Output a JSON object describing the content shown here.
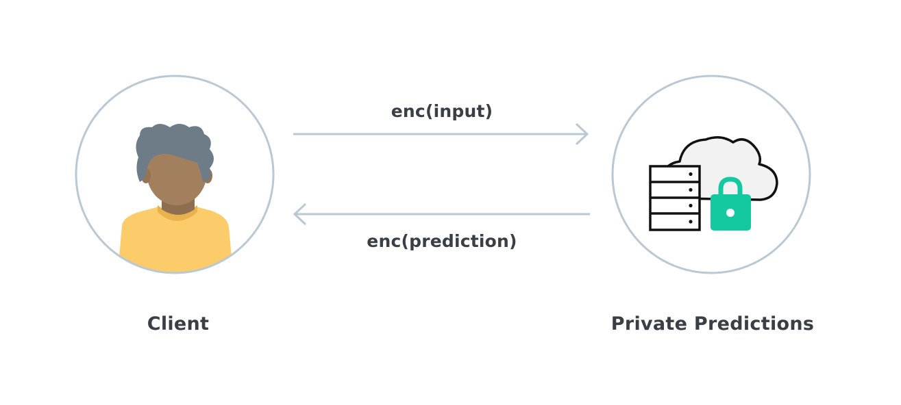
{
  "diagram": {
    "nodes": {
      "client": {
        "label": "Client",
        "icon": "person-icon"
      },
      "server": {
        "label": "Private Predictions",
        "icon": "secure-cloud-server-icon"
      }
    },
    "edges": {
      "request": {
        "label": "enc(input)",
        "from": "client",
        "to": "server"
      },
      "response": {
        "label": "enc(prediction)",
        "from": "server",
        "to": "client"
      }
    },
    "colors": {
      "circle_stroke": "#b9c8d3",
      "arrow": "#b9c8d3",
      "text": "#3a3f46",
      "hair": "#6e7c88",
      "skin": "#a3805d",
      "shirt": "#fccb6a",
      "lock": "#14c8a0",
      "cloud_fill": "#f2f2f2"
    }
  }
}
